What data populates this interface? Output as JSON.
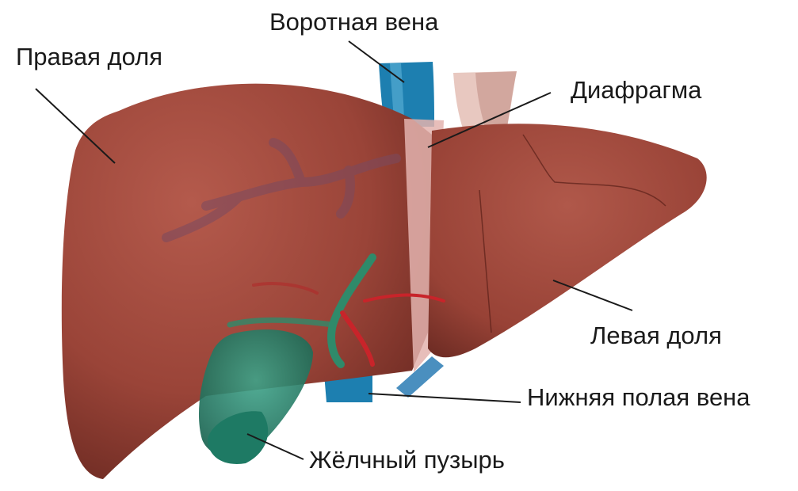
{
  "labels": {
    "portal_vein": "Воротная вена",
    "right_lobe": "Правая доля",
    "diaphragm": "Диафрагма",
    "left_lobe": "Левая доля",
    "inferior_vena_cava": "Нижняя полая вена",
    "gallbladder": "Жёлчный пузырь"
  },
  "colors": {
    "liver": "#9c463a",
    "liver_dark": "#6e2a22",
    "vessel_blue": "#1d7fb0",
    "vessel_pink": "#e3b3ae",
    "gallbladder": "#1e7a64",
    "bile_duct_green": "#2f8a6a",
    "artery_red": "#c8242a",
    "leader_line": "#1a1a1a"
  }
}
